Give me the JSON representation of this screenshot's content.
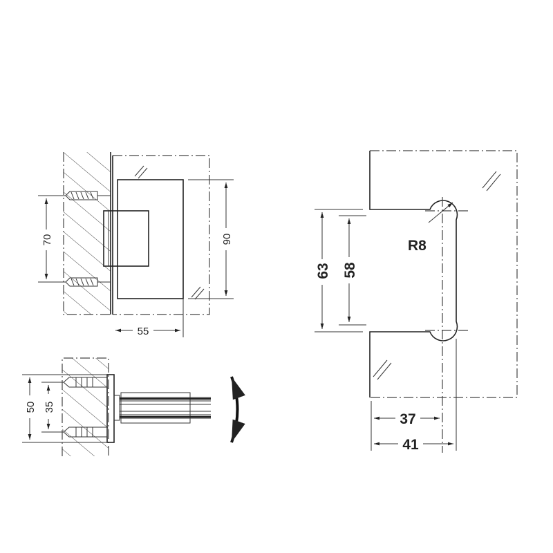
{
  "front_view": {
    "dim_screw_spacing": "70",
    "dim_plate_height": "90",
    "dim_plate_width": "55"
  },
  "top_view": {
    "dim_plate_height": "50",
    "dim_screw_spacing": "35"
  },
  "glass_cutout": {
    "dim_outer_height": "63",
    "dim_inner_height": "58",
    "dim_radius": "R8",
    "dim_inner_depth": "37",
    "dim_outer_depth": "41"
  }
}
